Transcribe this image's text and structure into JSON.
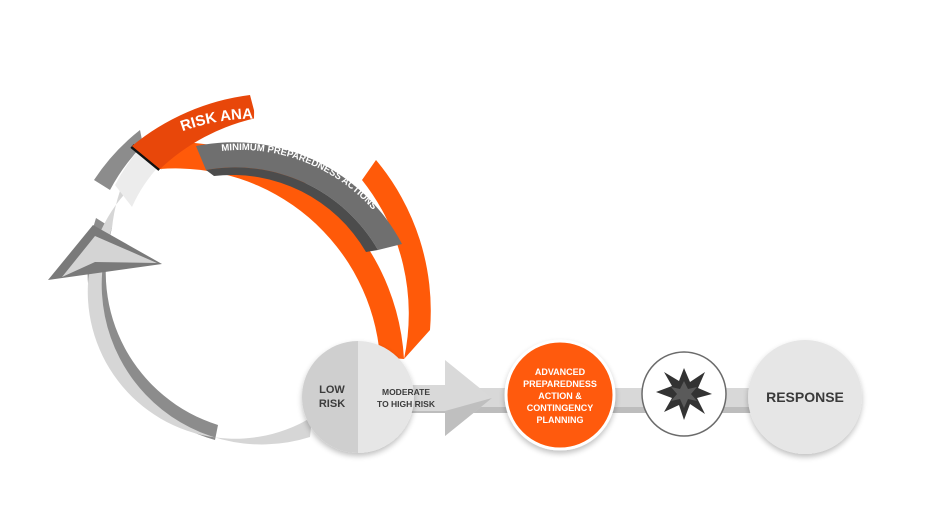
{
  "cycle": {
    "outer_label": "RISK ANALYSIS & MONITORING",
    "inner_label": "MINIMUM PREPAREDNESS ACTIONS"
  },
  "risk_split": {
    "left_line1": "LOW",
    "left_line2": "RISK",
    "right_line1": "MODERATE",
    "right_line2": "TO HIGH RISK"
  },
  "advanced": {
    "line1": "ADVANCED",
    "line2": "PREPAREDNESS",
    "line3": "ACTION &",
    "line4": "CONTINGENCY",
    "line5": "PLANNING"
  },
  "event_icon": "explosion-icon",
  "response": {
    "label": "RESPONSE"
  },
  "colors": {
    "orange": "#ff5a09",
    "orange_deep": "#e8470a",
    "gray_dark": "#6f6f6f",
    "gray_mid": "#8c8c8c",
    "gray_light": "#d6d6d6",
    "gray_pale": "#ececec"
  }
}
